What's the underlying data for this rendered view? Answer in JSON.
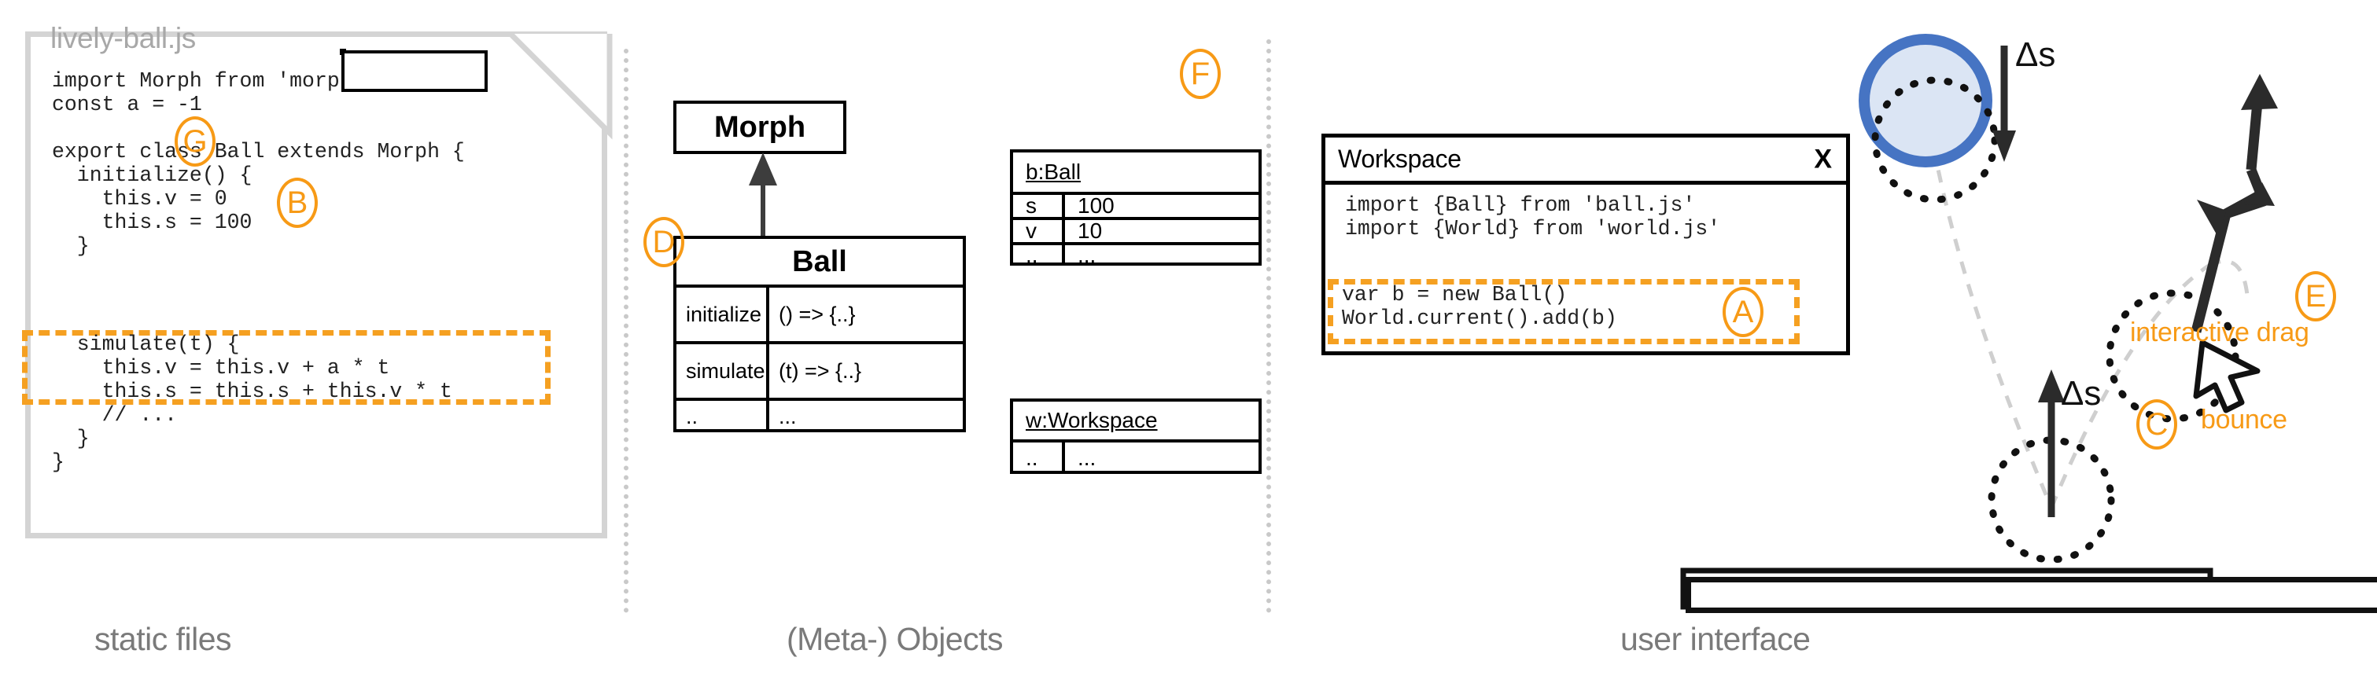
{
  "columns": [
    {
      "caption": "static files"
    },
    {
      "caption": "(Meta-) Objects"
    },
    {
      "caption": "user interface"
    }
  ],
  "file_panel": {
    "filename": "lively-ball.js",
    "code_before": "import Morph from 'morph.js'\nconst a = -1\n\nexport class Ball extends Morph {\n  initialize() {\n    this.v = 0\n    this.s = 100\n  }",
    "code_highlight": "  simulate(t) {\n    this.v = this.v + a * t\n    this.s = this.s + this.v * t",
    "code_after": "    // ...\n  }\n}",
    "marker_g": "G",
    "marker_b": "B"
  },
  "uml": {
    "superclass": {
      "name": "Morph"
    },
    "subclass": {
      "name": "Ball",
      "rows": [
        {
          "member": "initialize",
          "signature": "() => {..}"
        },
        {
          "member": "simulate",
          "signature": "(t) => {..}"
        },
        {
          "member": "..",
          "signature": "..."
        }
      ]
    },
    "marker_d": "D"
  },
  "objects": [
    {
      "title": "b:Ball",
      "rows": [
        {
          "key": "s",
          "value": "100"
        },
        {
          "key": "v",
          "value": "10"
        },
        {
          "key": "..",
          "value": "..."
        }
      ],
      "marker": "F"
    },
    {
      "title": "w:Workspace",
      "rows": [
        {
          "key": "..",
          "value": "..."
        }
      ]
    }
  ],
  "workspace": {
    "title": "Workspace",
    "close_label": "X",
    "code_top": "import {Ball} from 'ball.js'\nimport {World} from 'world.js'",
    "code_highlight": "var b = new Ball()\nWorld.current().add(b)",
    "marker_a": "A"
  },
  "simulation": {
    "delta_label_top": "Δs",
    "delta_label_bottom": "Δs",
    "marker_c": "C",
    "label_bounce": "bounce",
    "marker_e": "E",
    "label_drag": "interactive drag"
  },
  "colors": {
    "accent_orange": "#f79a16",
    "ball_stroke": "#4674c3",
    "ball_fill": "#dbe5f4",
    "caption_gray": "#7a7a7a",
    "paper_gray": "#d4d4d4"
  }
}
